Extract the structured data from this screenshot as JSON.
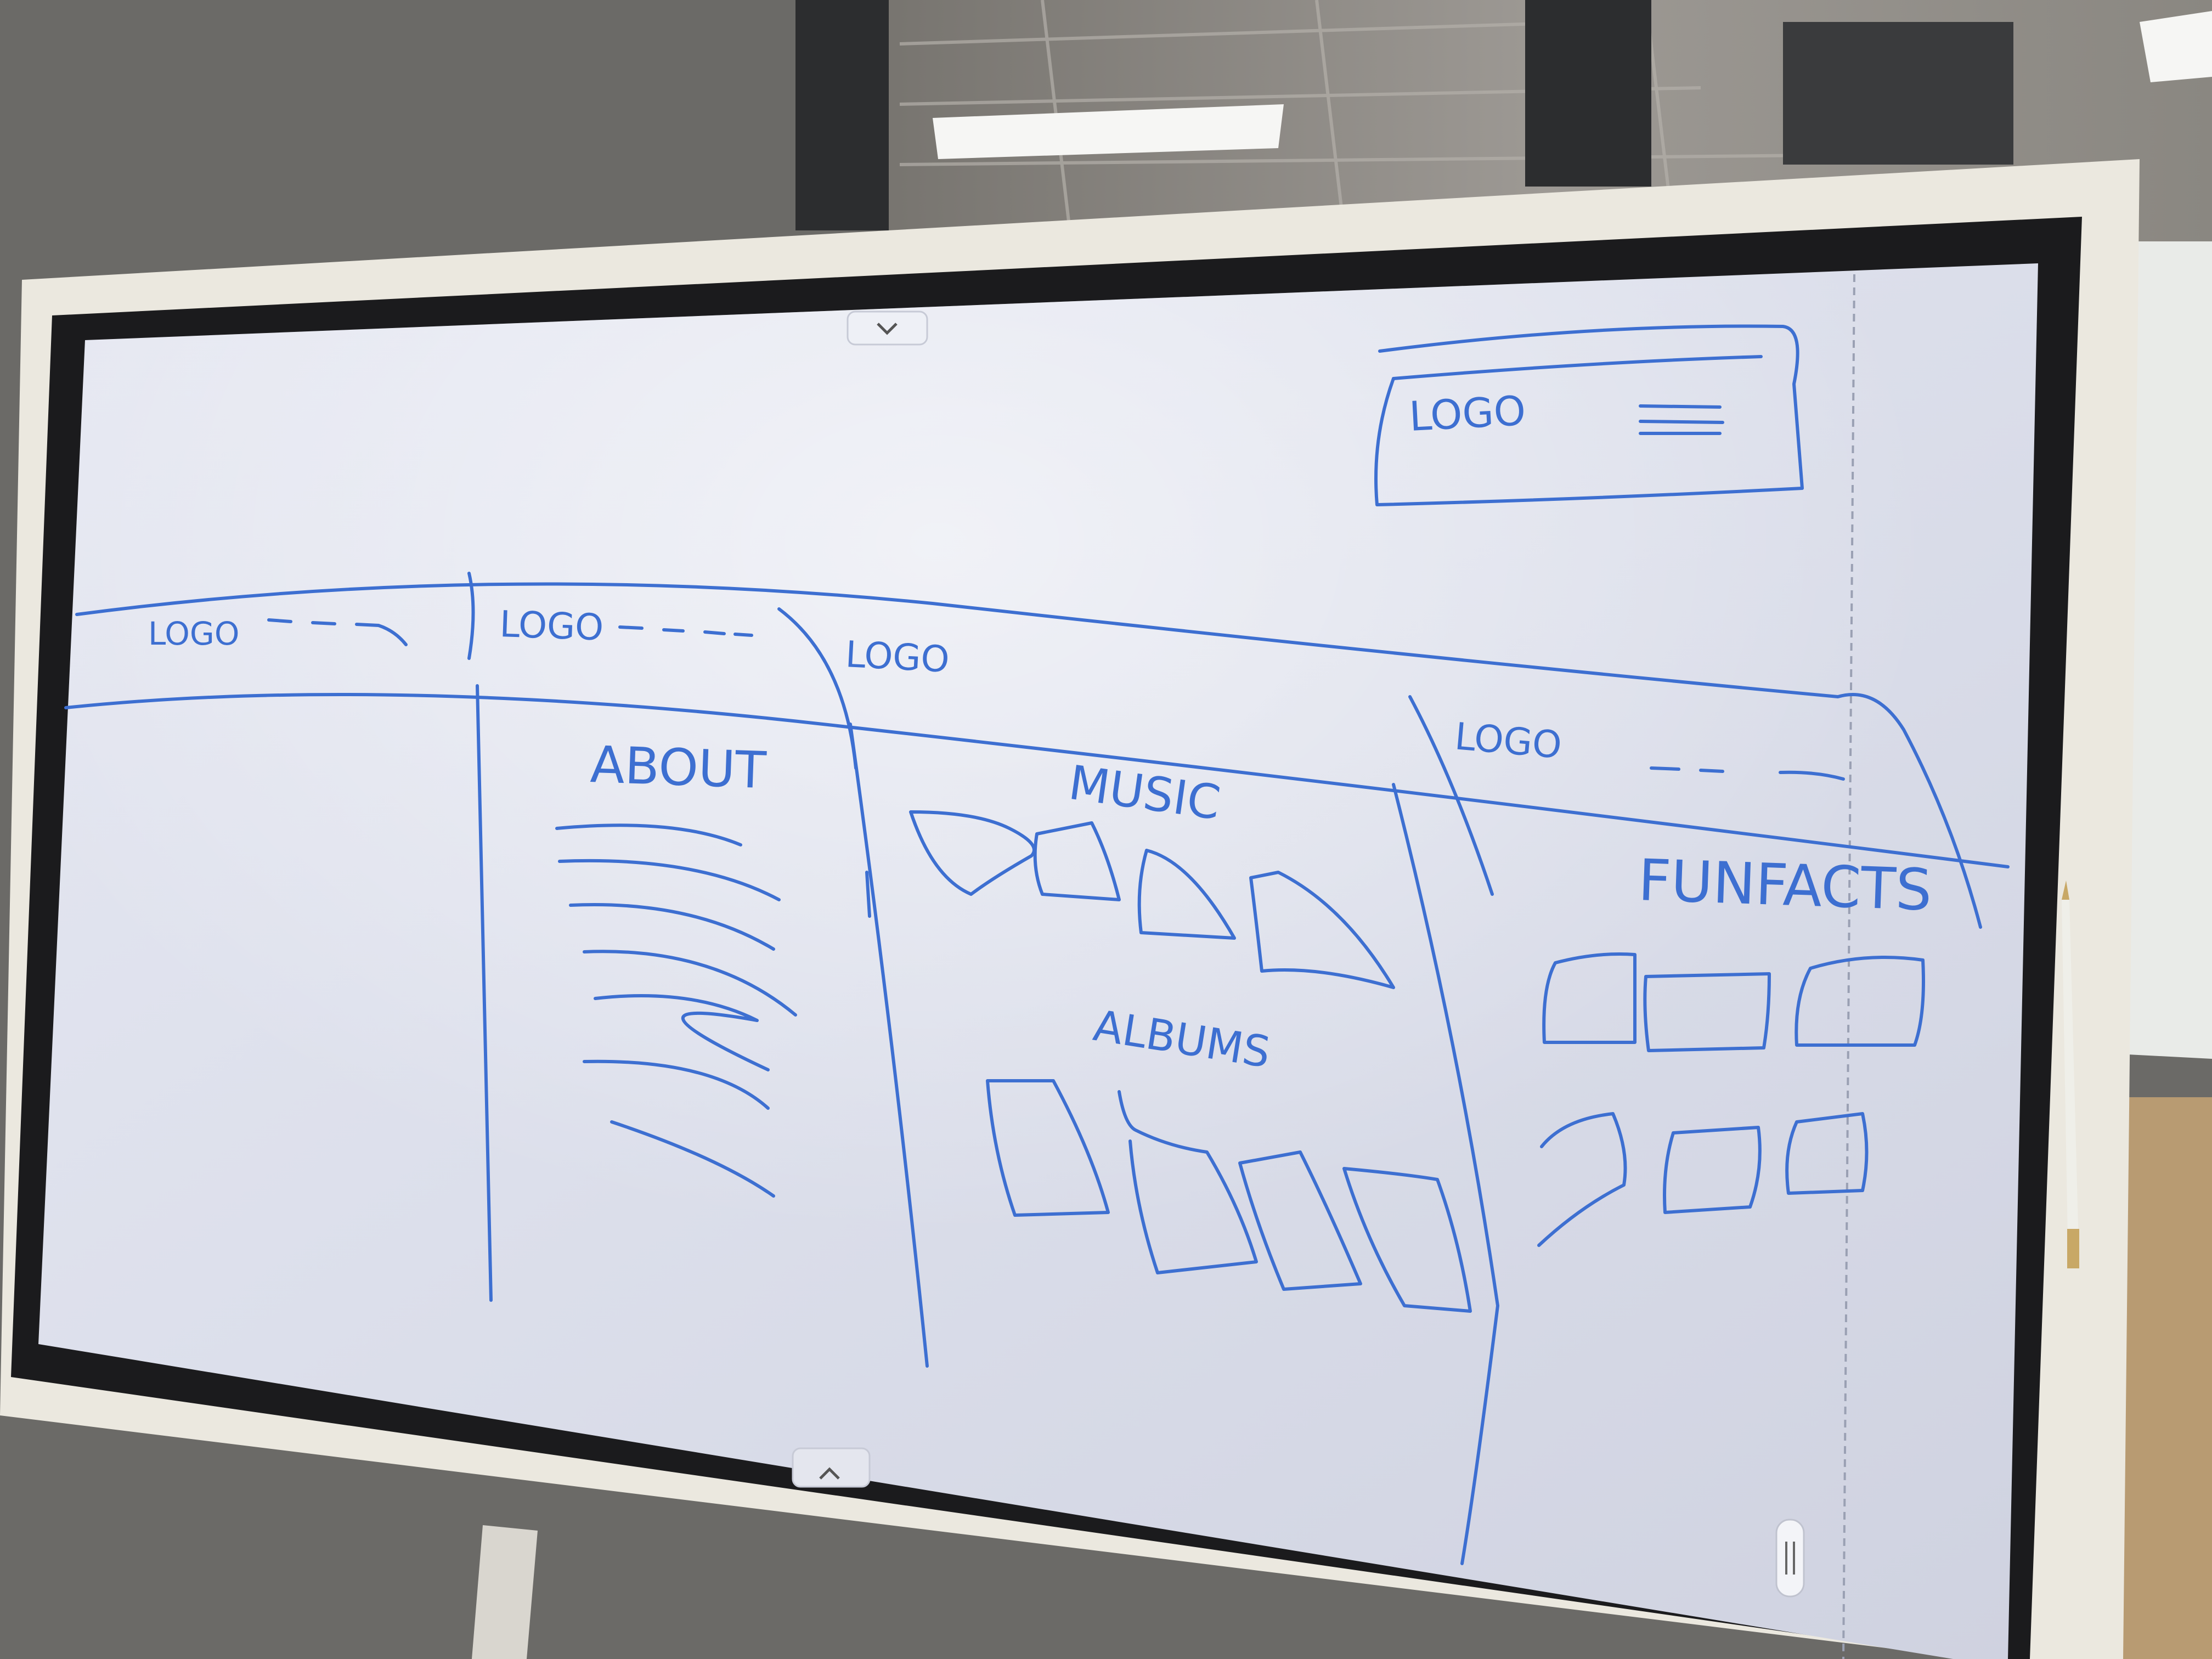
{
  "whiteboard": {
    "ink_color": "#3d6fd1",
    "screen_color": "#dfe2ee",
    "wireframe_1": {
      "logo_label": "LOGO"
    },
    "wireframe_2": {
      "logo_label": "LOGO"
    },
    "wireframe_3": {
      "logo_label": "LOGO"
    },
    "wireframe_4": {
      "logo_label": "LOGO"
    },
    "wireframe_5": {
      "logo_label": "LOGO"
    },
    "sections": {
      "about": "ABOUT",
      "music": "MUSIC",
      "albums": "ALBUMS",
      "fun_facts": "FUNFACTS"
    },
    "icons": [
      "chevron-down-icon",
      "chevron-up-icon",
      "drag-handle-icon",
      "stylus-pen"
    ]
  }
}
